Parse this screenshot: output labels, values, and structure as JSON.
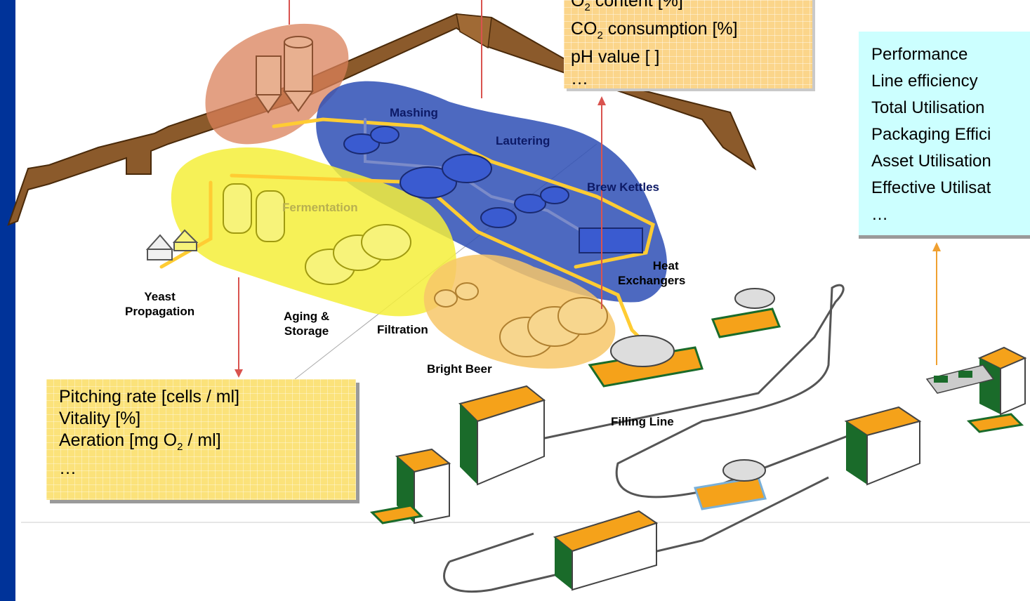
{
  "areas": {
    "mashing": "Mashing",
    "lautering": "Lautering",
    "brew_kettles": "Brew Kettles",
    "fermentation": "Fermentation",
    "heat_exchangers_1": "Heat",
    "heat_exchangers_2": "Exchangers",
    "yeast_1": "Yeast",
    "yeast_2": "Propagation",
    "aging_1": "Aging &",
    "aging_2": "Storage",
    "filtration": "Filtration",
    "bright_beer": "Bright Beer",
    "filling_line": "Filling Line"
  },
  "quality_box": {
    "line1_pre": "O",
    "line1_sub": "2",
    "line1_post": " content [%]",
    "line2_pre": "CO",
    "line2_sub": "2",
    "line2_post": " consumption [%]",
    "line3": "pH value [ ]",
    "line4": "…"
  },
  "yeast_box": {
    "line1": "Pitching rate [cells / ml]",
    "line2": "Vitality [%]",
    "line3_pre": "Aeration [mg O",
    "line3_sub": "2",
    "line3_post": " / ml]",
    "line4": "…"
  },
  "kpi_box": {
    "items": [
      "Performance",
      "Line efficiency",
      "Total Utilisation",
      "Packaging Effici",
      "Asset Utilisation",
      "Effective Utilisat",
      "…"
    ]
  },
  "colors": {
    "left_bar": "#003399",
    "roof": "#8b5a2b",
    "blue_zone": "#2e4fb5",
    "yellow_zone": "#f4ee3a",
    "orange_zone": "#f7c768",
    "salmon_zone": "#d9805a",
    "yellow_box": "#fbe27a",
    "orange_box": "#fbd58a",
    "cyan_box": "#ccffff",
    "red_arrow": "#d9534f",
    "orange_arrow": "#f0a030",
    "line_green": "#1a6b2a",
    "line_orange": "#f5a21a"
  }
}
